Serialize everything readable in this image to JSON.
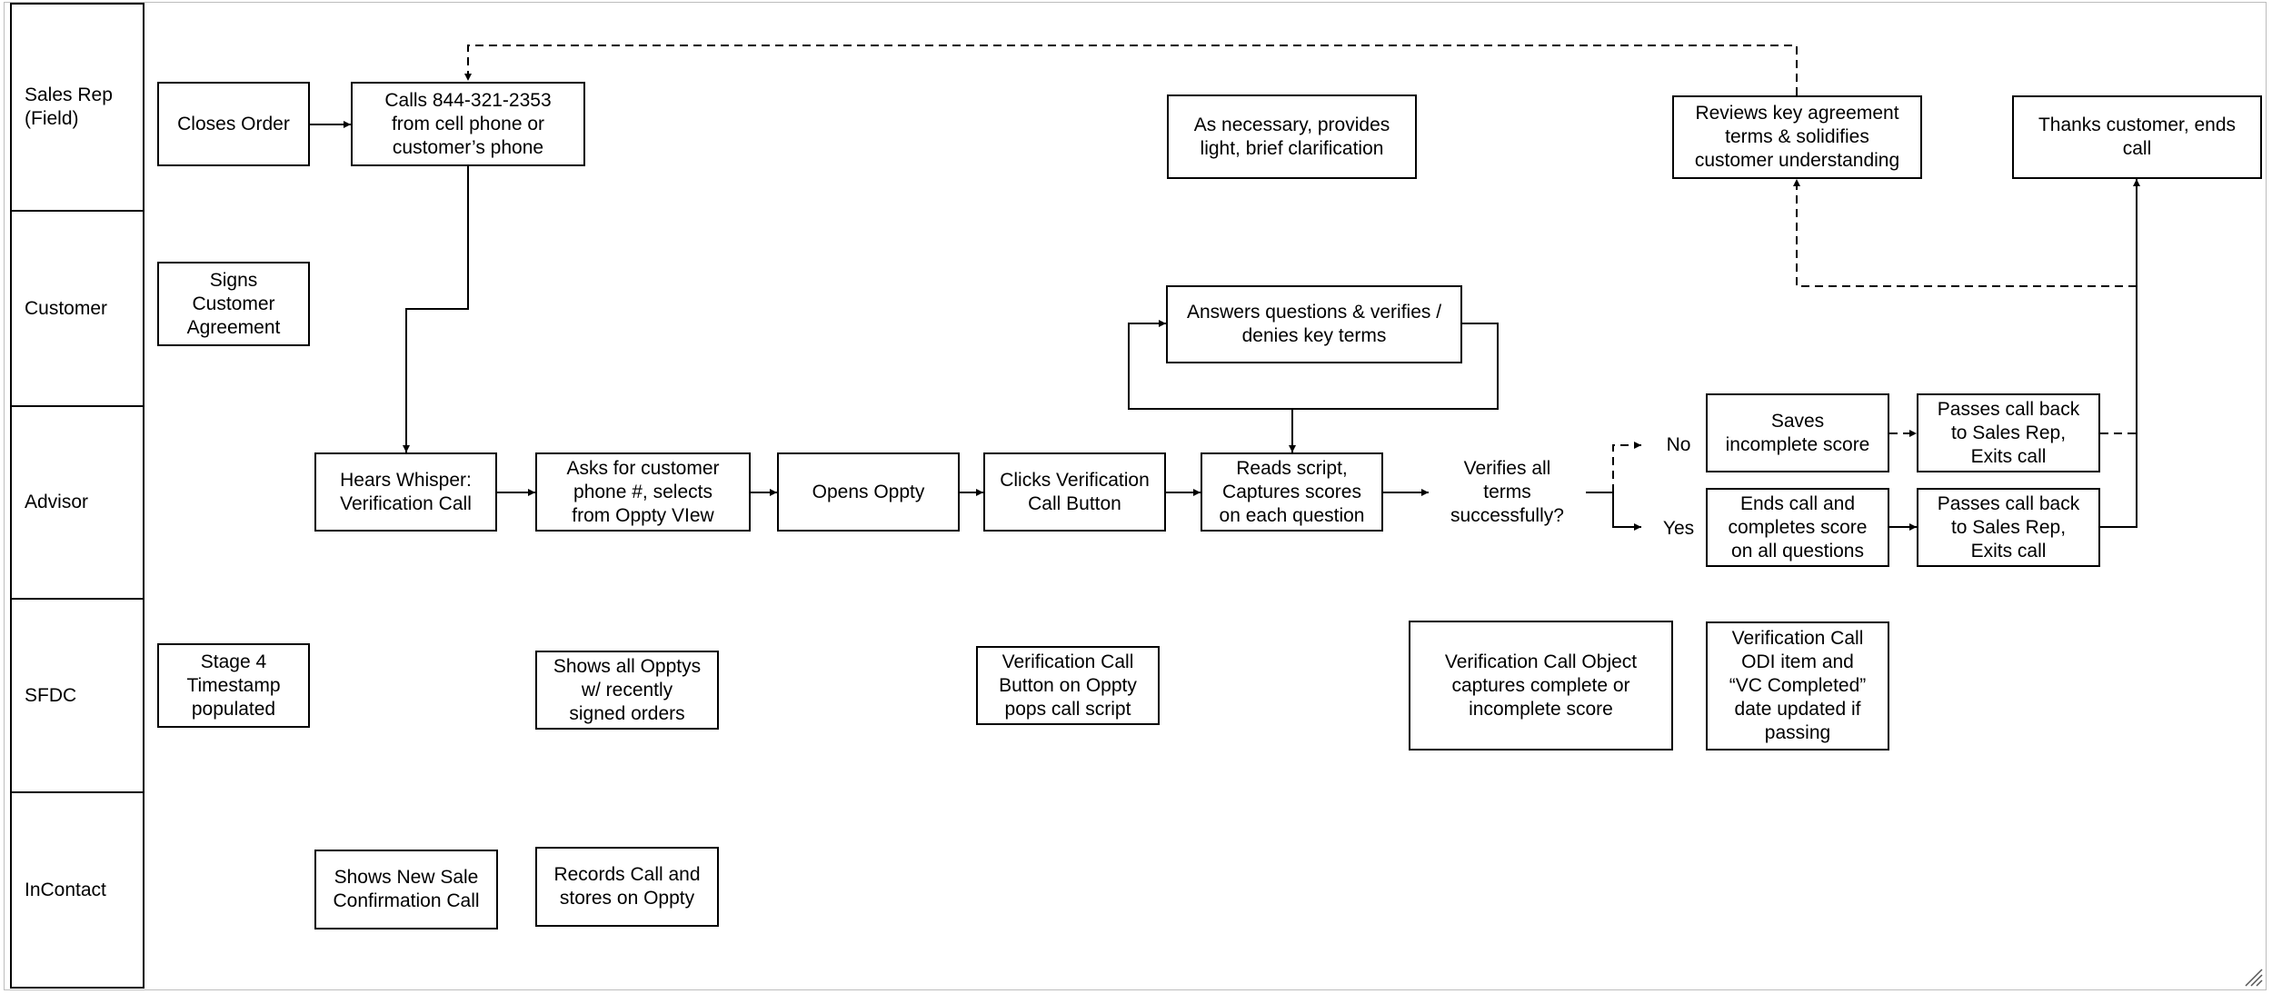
{
  "lanes": [
    "Sales Rep\n(Field)",
    "Customer",
    "Advisor",
    "SFDC",
    "InContact"
  ],
  "nodes": {
    "closes_order": "Closes Order",
    "calls_number": "Calls 844-321-2353\nfrom cell phone or\ncustomer’s phone",
    "provides_clarification": "As necessary, provides\nlight, brief clarification",
    "reviews_terms": "Reviews key agreement\nterms & solidifies\ncustomer understanding",
    "thanks_customer": "Thanks customer, ends\ncall",
    "signs_agreement": "Signs\nCustomer\nAgreement",
    "answers_questions": "Answers questions & verifies /\ndenies key terms",
    "hears_whisper": "Hears Whisper:\nVerification Call",
    "asks_phone": "Asks for customer\nphone #, selects\nfrom Oppty VIew",
    "opens_oppty": "Opens Oppty",
    "clicks_button": "Clicks Verification\nCall Button",
    "reads_script": "Reads script,\nCaptures scores\non each question",
    "verifies_terms": "Verifies all\nterms\nsuccessfully?",
    "no_label": "No",
    "yes_label": "Yes",
    "saves_incomplete": "Saves\nincomplete score",
    "passes_back_no": "Passes call back\nto Sales Rep,\nExits call",
    "ends_call": "Ends call and\ncompletes score\non all questions",
    "passes_back_yes": "Passes call back\nto Sales Rep,\nExits call",
    "stage4": "Stage 4\nTimestamp\npopulated",
    "shows_opptys": "Shows all Opptys\nw/ recently\nsigned orders",
    "vc_button": "Verification Call\nButton on Oppty\npops call script",
    "vc_object": "Verification Call Object\ncaptures complete or\nincomplete score",
    "vc_odi": "Verification Call\nODI item and\n“VC Completed”\ndate updated if\npassing",
    "shows_new_sale": "Shows New Sale\nConfirmation Call",
    "records_call": "Records Call and\nstores on Oppty"
  }
}
